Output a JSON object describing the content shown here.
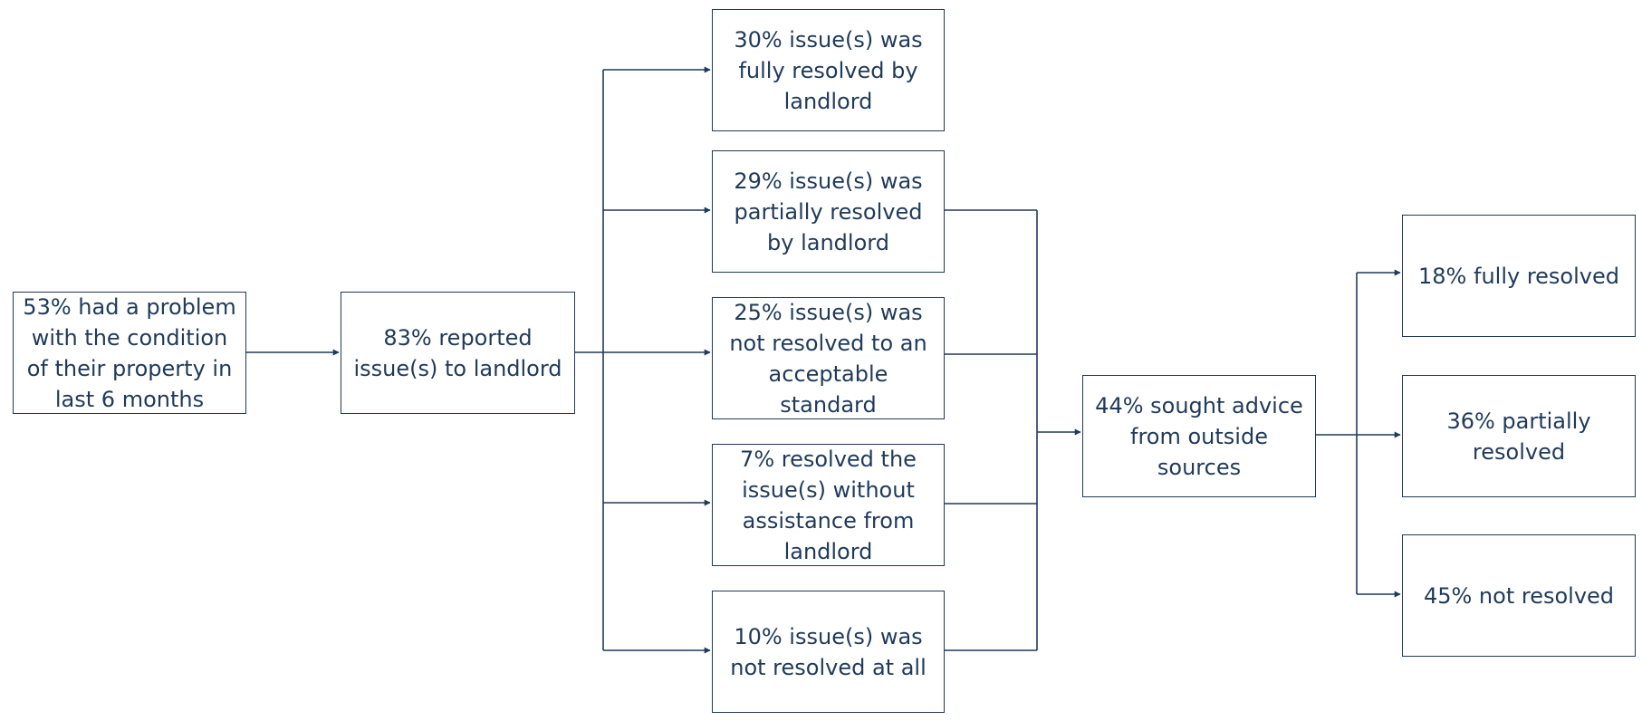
{
  "colors": {
    "line": "#1f3a5a",
    "box_border": "#1f3a5a",
    "text": "#1f3a5a",
    "background": "#ffffff"
  },
  "nodes": {
    "problem": "53% had a problem with the condition of their property in last 6 months",
    "reported": "83% reported issue(s) to landlord",
    "fully_resolved_by_landlord": "30% issue(s) was fully resolved by landlord",
    "partially_resolved_by_landlord": "29% issue(s) was partially resolved by landlord",
    "not_acceptable_standard": "25% issue(s) was not resolved to an acceptable standard",
    "resolved_without_landlord": "7% resolved the issue(s) without assistance from landlord",
    "not_resolved_at_all": "10% issue(s) was not resolved at all",
    "sought_advice": "44% sought advice from outside sources",
    "advice_fully_resolved": "18% fully resolved",
    "advice_partially_resolved": "36% partially resolved",
    "advice_not_resolved": "45% not resolved"
  }
}
